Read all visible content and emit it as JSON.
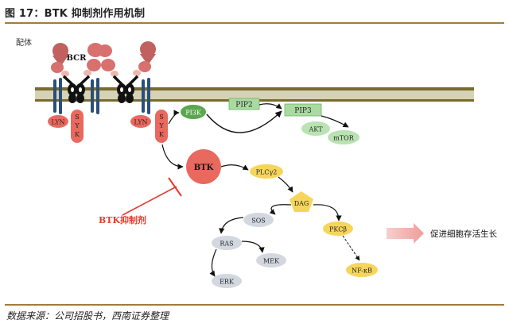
{
  "figure": {
    "title": "图 17：BTK 抑制剂作用机制",
    "source": "数据来源：公司招股书，西南证券整理"
  },
  "diagram": {
    "ligand_label": "配体",
    "bcr_label": "BCR",
    "lyn_label": "LYN",
    "syk_label": "SYK",
    "pi3k_label": "PI3K",
    "pip2_label": "PIP2",
    "pip3_label": "PIP3",
    "akt_label": "AKT",
    "mtor_label": "mTOR",
    "btk_label": "BTK",
    "plcg2_label": "PLCγ2",
    "dag_label": "DAG",
    "sos_label": "SOS",
    "ras_label": "RAS",
    "mek_label": "MEK",
    "erk_label": "ERK",
    "pkcb_label": "PKCβ",
    "nfkb_label": "NF-κB",
    "inhibitor_label": "BTK抑制剂",
    "outcome_label": "促进细胞存活生长"
  },
  "colors": {
    "membrane": "#7a6a2e",
    "receptor_pink": "#d8706d",
    "ligand": "#c0615f",
    "btk": "#e9695f",
    "green_node": "#8fce8a",
    "pi3k": "#5aa74f",
    "yellow_node": "#f6d65a",
    "grey_node": "#d3d8e0",
    "inhibitor_red": "#e23b2e",
    "arrow_fill": "#f2b3b1"
  }
}
